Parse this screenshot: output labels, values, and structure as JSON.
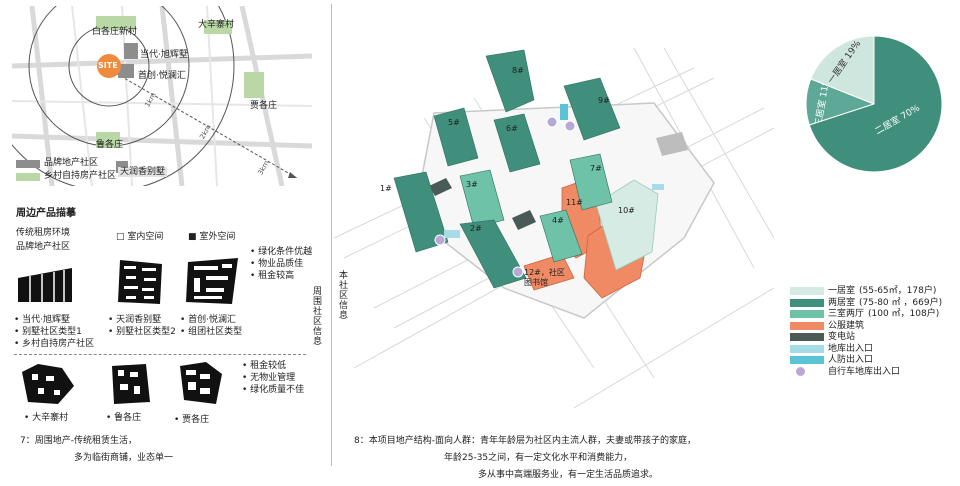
{
  "map": {
    "villages": [
      "白各庄新村",
      "大辛寨村",
      "鲁各庄",
      "贾各庄"
    ],
    "site": "SITE",
    "projects": [
      "当代·旭辉墅",
      "首创·悦澜汇",
      "天润香别墅"
    ],
    "distances": [
      "1km",
      "2km",
      "3km"
    ],
    "legend": [
      "品牌地产社区",
      "乡村自持房产社区"
    ]
  },
  "products": {
    "heading": "周边产品描摹",
    "left_type_1": "传统租房环境",
    "left_type_2": "品牌地产社区",
    "key_indoor": "□ 室内空间",
    "key_outdoor": "■ 室外空间",
    "features_top": [
      "绿化条件优越",
      "物业品质佳",
      "租金较高"
    ],
    "group1_list": [
      "当代·旭辉墅",
      "别墅社区类型1",
      "乡村自持房产社区"
    ],
    "group2_list": [
      "天润香别墅",
      "别墅社区类型2"
    ],
    "group3_list": [
      "首创·悦澜汇",
      "组团社区类型"
    ],
    "features_bottom": [
      "租金较低",
      "无物业管理",
      "绿化质量不佳"
    ],
    "village_labels": [
      "大辛寨村",
      "鲁各庄",
      "贾各庄"
    ],
    "vertical_label": "周围社区信息",
    "caption_line1": "7：周围地产-传统租赁生活，",
    "caption_line2": "多为临街商铺，业态单一"
  },
  "plan": {
    "buildings": [
      "8#",
      "9#",
      "5#",
      "6#",
      "7#",
      "1#",
      "3#",
      "2#",
      "4#",
      "11#",
      "10#",
      "12#，社区图书馆"
    ],
    "vertical_label": "本社区信息",
    "caption_line1": "8：本项目地产结构-面向人群：青年年龄层为社区内主流人群，夫妻或带孩子的家庭，",
    "caption_line2": "年龄25-35之间，有一定文化水平和消费能力，",
    "caption_line3": "多从事中高端服务业，有一定生活品质追求。"
  },
  "legend": [
    {
      "label": "一居室",
      "detail": "(55-65㎡，178户)",
      "color": "#d6ebe4"
    },
    {
      "label": "两居室",
      "detail": "(75-80 ㎡ ，669户)",
      "color": "#3f8f7c"
    },
    {
      "label": "三室两厅",
      "detail": "(100 ㎡，108户)",
      "color": "#6dc2a7"
    },
    {
      "label": "公服建筑",
      "detail": "",
      "color": "#f08a65"
    },
    {
      "label": "变电站",
      "detail": "",
      "color": "#4a5b57"
    },
    {
      "label": "地库出入口",
      "detail": "",
      "color": "#a6dce8"
    },
    {
      "label": "人防出入口",
      "detail": "",
      "color": "#5bc3d6"
    },
    {
      "label": "自行车地库出入口",
      "detail": "",
      "color": "#b7a8d6"
    }
  ],
  "chart_data": {
    "type": "pie",
    "series": [
      {
        "name": "一居室",
        "value": 19,
        "label": "一居室 19%",
        "color": "#cfe6df"
      },
      {
        "name": "二居室",
        "value": 70,
        "label": "二居室 70%",
        "color": "#3f8f7c"
      },
      {
        "name": "三居室",
        "value": 11,
        "label": "三居室 11%",
        "color": "#5ea898"
      }
    ]
  }
}
